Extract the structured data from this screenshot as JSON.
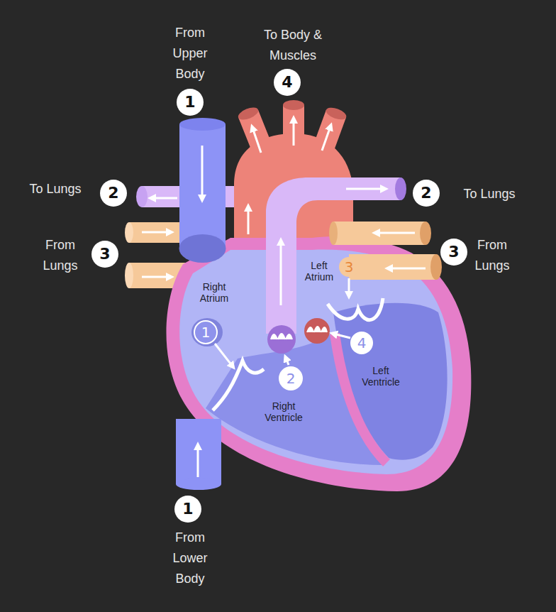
{
  "diagram": {
    "labels": [
      "From Upper Body",
      "1",
      "To Body & Muscles",
      "4",
      "To Lungs",
      "2",
      "2",
      "To Lungs",
      "From Lungs",
      "3",
      "3",
      "From Lungs",
      "Right Atrium",
      "Left Atrium",
      "3",
      "1",
      "4",
      "2",
      "Right Ventricle",
      "Left Ventricle",
      "1",
      "From Lower Body"
    ]
  }
}
